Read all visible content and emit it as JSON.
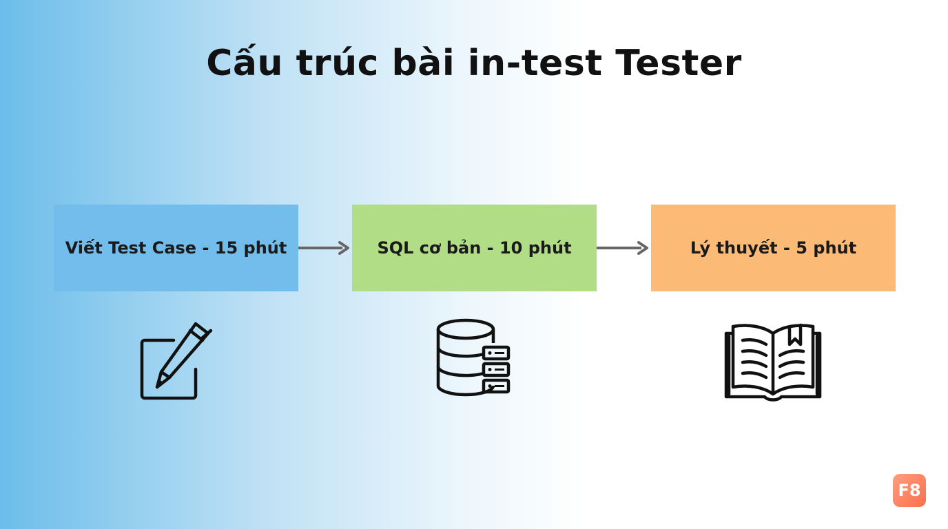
{
  "title": "Cấu trúc bài in-test Tester",
  "steps": [
    {
      "label": "Viết Test Case - 15 phút",
      "color": "#72bdeb",
      "icon": "pencil-square-icon"
    },
    {
      "label": "SQL cơ bản - 10 phút",
      "color": "#b1dd86",
      "icon": "database-server-icon"
    },
    {
      "label": "Lý thuyết - 5 phút",
      "color": "#fbbb77",
      "icon": "open-book-icon"
    }
  ],
  "logo": {
    "text": "F8",
    "color": "#f9825f"
  },
  "arrow_color": "#666666"
}
